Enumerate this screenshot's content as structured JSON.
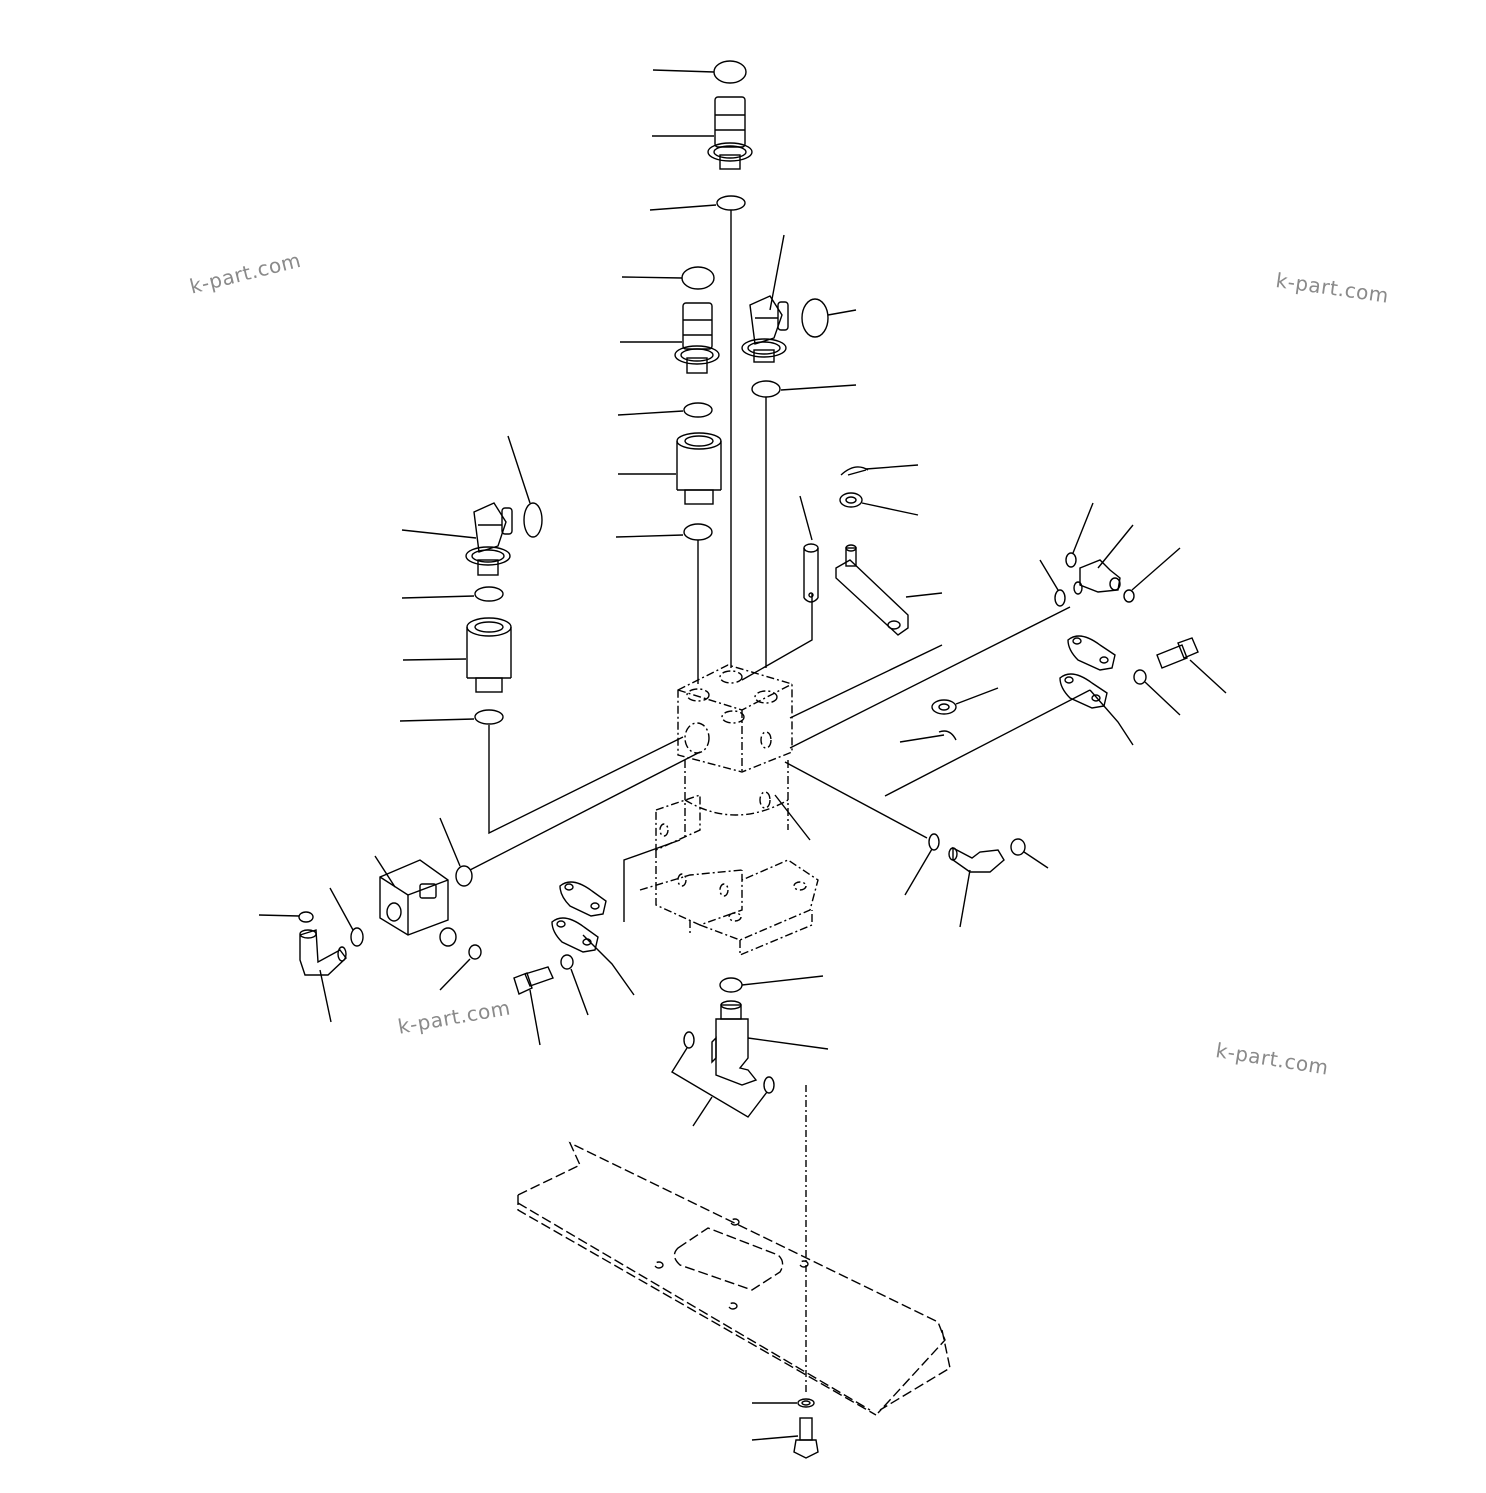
{
  "diagram": {
    "watermarks": [
      "k-part.com",
      "k-part.com",
      "k-part.com",
      "k-part.com"
    ],
    "line_color": "#000000",
    "watermark_color": "#8a8a8a",
    "background": "#ffffff"
  }
}
